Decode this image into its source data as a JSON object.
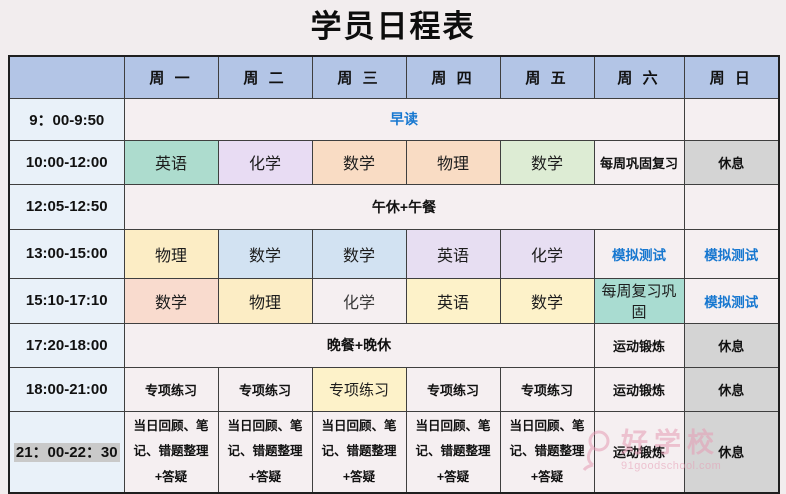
{
  "title": "学员日程表",
  "colors": {
    "page": "#f2edee",
    "header": "#b3c5e6",
    "time": "#e9f1f9",
    "cell": "#f5eff1",
    "teal": "#addcce",
    "purple": "#e8dcf3",
    "peach": "#f9dcc4",
    "peach2": "#f9dbce",
    "green": "#ddecd4",
    "yellow": "#fcedc5",
    "blue": "#d2e2f2",
    "purple2": "#e7def2",
    "cream": "#fdf2c9",
    "teal2": "#a9dcd1",
    "gray": "#d4d4d4",
    "highlight": "#c9c9c9",
    "blue_text": "#1677d0",
    "watermark_pink": "#e69cb4"
  },
  "table": {
    "day_headers": [
      "周 一",
      "周 二",
      "周 三",
      "周 四",
      "周 五",
      "周 六",
      "周 日"
    ],
    "rows": [
      {
        "time": "9：00-9:50",
        "merged": "早读"
      },
      {
        "time": "10:00-12:00",
        "mon": "英语",
        "tue": "化学",
        "wed": "数学",
        "thu": "物理",
        "fri": "数学",
        "sat": "每周巩固复习",
        "sun": "休息"
      },
      {
        "time": "12:05-12:50",
        "merged": "午休+午餐"
      },
      {
        "time": "13:00-15:00",
        "mon": "物理",
        "tue": "数学",
        "wed": "数学",
        "thu": "英语",
        "fri": "化学",
        "sat": "模拟测试",
        "sun": "模拟测试"
      },
      {
        "time": "15:10-17:10",
        "mon": "数学",
        "tue": "物理",
        "wed": "化学",
        "thu": "英语",
        "fri": "数学",
        "sat": "每周复习巩固",
        "sun": "模拟测试"
      },
      {
        "time": "17:20-18:00",
        "merged": "晚餐+晚休",
        "sat": "运动锻炼",
        "sun": "休息"
      },
      {
        "time": "18:00-21:00",
        "mon": "专项练习",
        "tue": "专项练习",
        "wed": "专项练习",
        "thu": "专项练习",
        "fri": "专项练习",
        "sat": "运动锻炼",
        "sun": "休息"
      },
      {
        "time": "21：00-22：30",
        "mon": "当日回顾、笔记、错题整理+答疑",
        "tue": "当日回顾、笔记、错题整理+答疑",
        "wed": "当日回顾、笔记、错题整理+答疑",
        "thu": "当日回顾、笔记、错题整理+答疑",
        "fri": "当日回顾、笔记、错题整理+答疑",
        "sat": "运动锻炼",
        "sun": "休息"
      }
    ]
  },
  "watermark": {
    "brand": "好学校",
    "url_text": "91goodschool.com"
  }
}
